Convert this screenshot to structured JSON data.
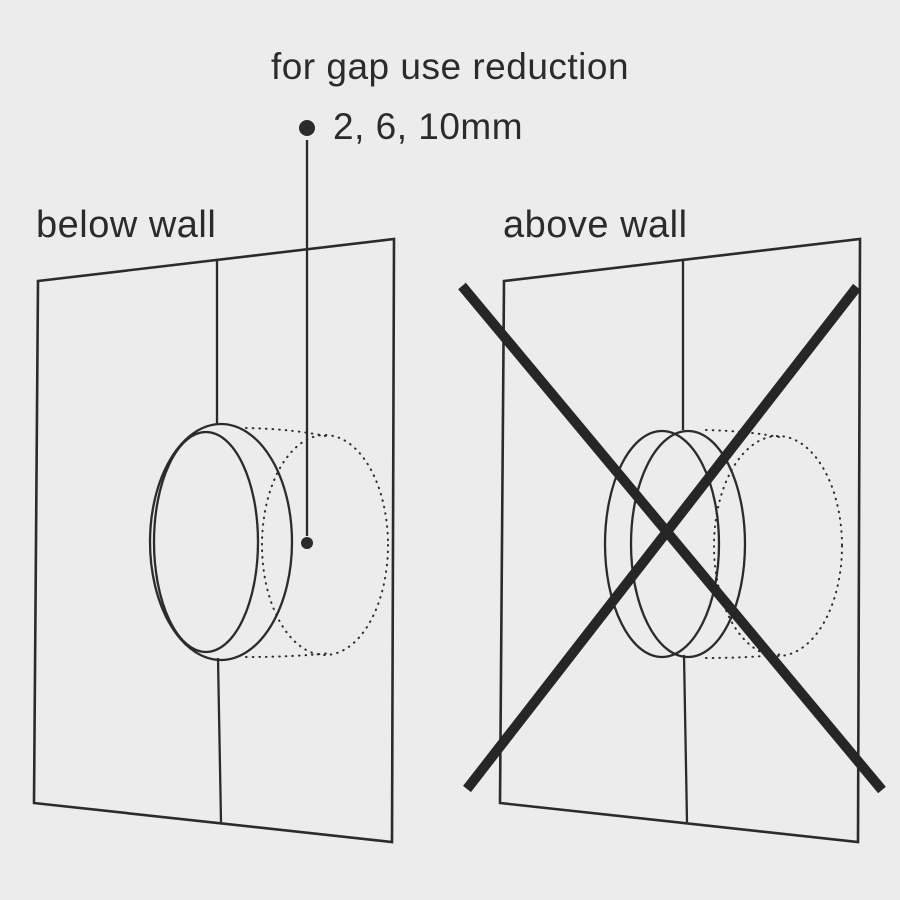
{
  "page": {
    "background_color": "#ececec",
    "ink_color": "#2b2b2b",
    "description": "Installation diagram: mounting element must sit below the wall surface, not above it"
  },
  "annotation": {
    "line1": "for gap use reduction",
    "line2": "2, 6, 10mm"
  },
  "panels": {
    "left": {
      "label": "below wall",
      "allowed": true
    },
    "right": {
      "label": "above wall",
      "allowed": false,
      "mark": "prohibition-cross"
    }
  }
}
